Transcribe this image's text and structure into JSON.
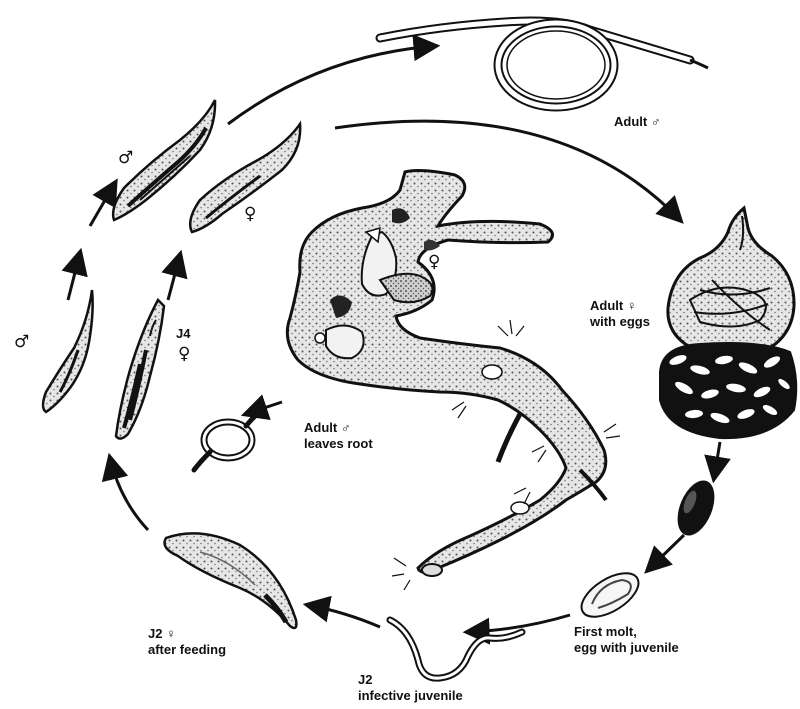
{
  "labels": {
    "adult_male_top": "Adult ♂",
    "adult_female_line1": "Adult ♀",
    "adult_female_line2": "with eggs",
    "first_molt_line1": "First molt,",
    "first_molt_line2": "egg with juvenile",
    "j2_infective_line1": "J2",
    "j2_infective_line2": "infective juvenile",
    "j2_fed_line1": "J2 ♀",
    "j2_fed_line2": "after feeding",
    "j4": "J4",
    "adult_male_leaves_line1": "Adult ♂",
    "adult_male_leaves_line2": "leaves root"
  },
  "symbols": {
    "male": "♂",
    "female": "♀"
  },
  "colors": {
    "ink": "#111111",
    "stipple": "#8a8a8a",
    "background": "#ffffff"
  }
}
